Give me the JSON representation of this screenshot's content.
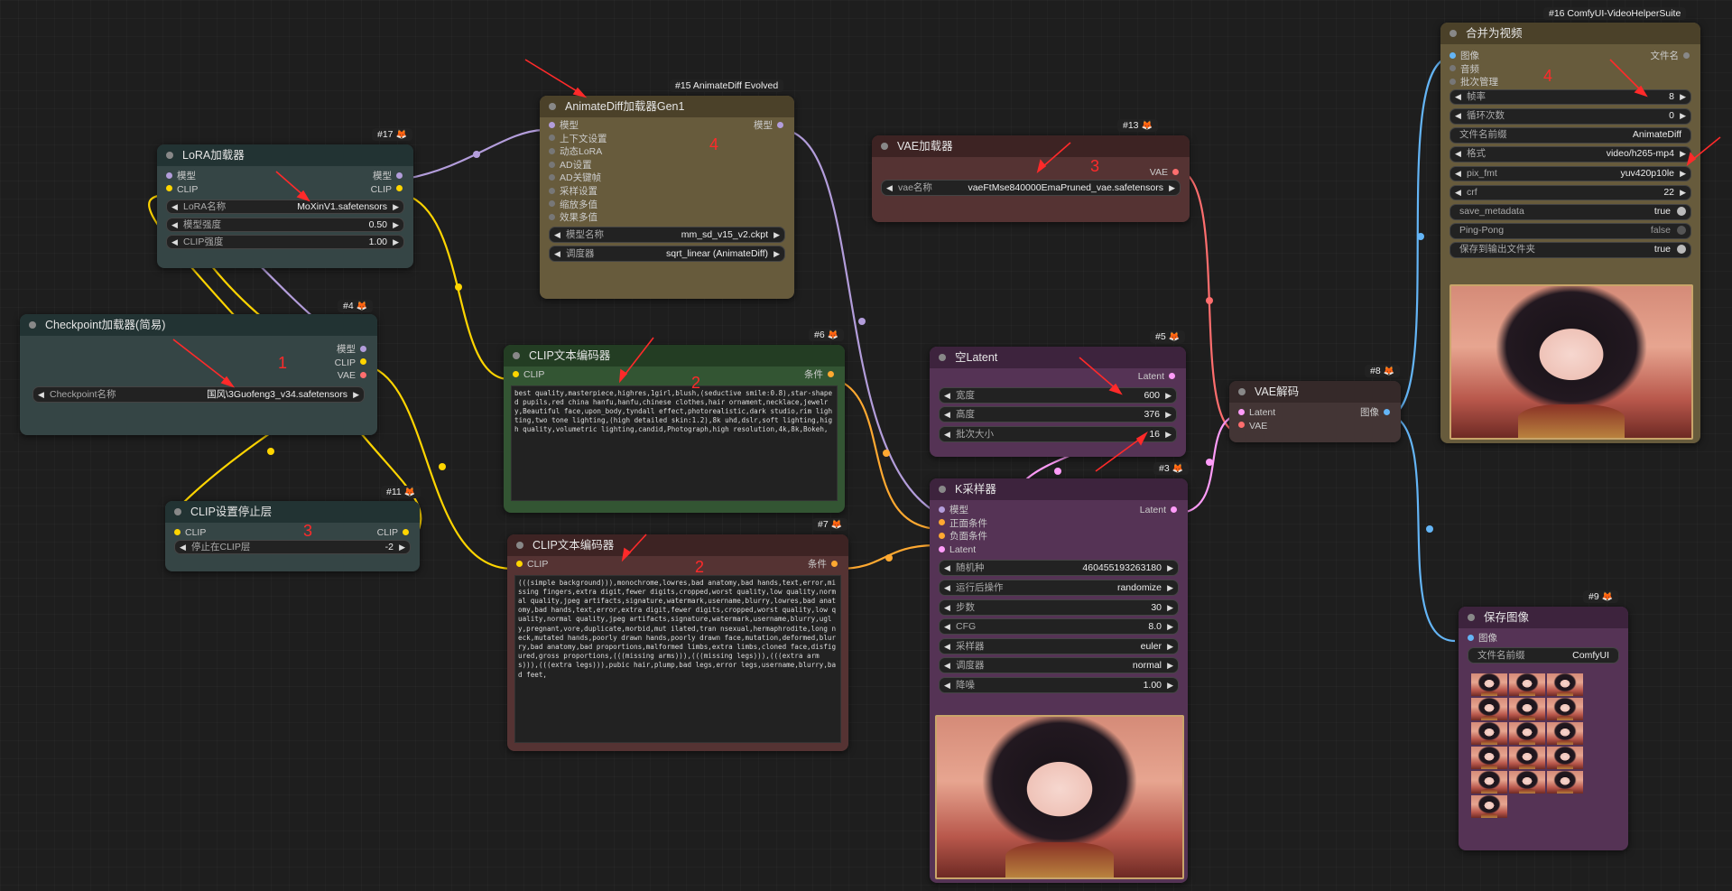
{
  "nodes": {
    "checkpoint": {
      "id_badge": "#4",
      "title": "Checkpoint加载器(简易)",
      "outputs": [
        "模型",
        "CLIP",
        "VAE"
      ],
      "widgets": [
        {
          "label": "Checkpoint名称",
          "value": "国风\\3Guofeng3_v34.safetensors"
        }
      ],
      "annotation": "1"
    },
    "lora": {
      "id_badge": "#17",
      "title": "LoRA加载器",
      "in1": "模型",
      "in2": "CLIP",
      "out1": "模型",
      "out2": "CLIP",
      "widgets": [
        {
          "label": "LoRA名称",
          "value": "MoXinV1.safetensors"
        },
        {
          "label": "模型强度",
          "value": "0.50"
        },
        {
          "label": "CLIP强度",
          "value": "1.00"
        }
      ]
    },
    "clip_skip": {
      "id_badge": "#11",
      "title": "CLIP设置停止层",
      "in1": "CLIP",
      "out1": "CLIP",
      "widgets": [
        {
          "label": "停止在CLIP层",
          "value": "-2"
        }
      ],
      "annotation": "3"
    },
    "animatediff": {
      "id_badge": "#15 AnimateDiff Evolved",
      "title": "AnimateDiff加载器Gen1",
      "inputs": [
        "模型",
        "上下文设置",
        "动态LoRA",
        "AD设置",
        "AD关键帧",
        "采样设置",
        "缩放多值",
        "效果多值"
      ],
      "out1": "模型",
      "widgets": [
        {
          "label": "模型名称",
          "value": "mm_sd_v15_v2.ckpt"
        },
        {
          "label": "调度器",
          "value": "sqrt_linear (AnimateDiff)"
        }
      ],
      "annotation": "4"
    },
    "clip_pos": {
      "id_badge": "#6",
      "title": "CLIP文本编码器",
      "in1": "CLIP",
      "out1": "条件",
      "text": "best quality,masterpiece,highres,1girl,blush,(seductive smile:0.8),star-shaped pupils,red china hanfu,hanfu,chinese clothes,hair ornament,necklace,jewelry,Beautiful face,upon_body,tyndall effect,photorealistic,dark studio,rim lighting,two tone lighting,(high detailed skin:1.2),8k uhd,dslr,soft lighting,high quality,volumetric lighting,candid,Photograph,high resolution,4k,8k,Bokeh,",
      "annotation": "2"
    },
    "clip_neg": {
      "id_badge": "#7",
      "title": "CLIP文本编码器",
      "in1": "CLIP",
      "out1": "条件",
      "text": "(((simple background))),monochrome,lowres,bad anatomy,bad hands,text,error,missing fingers,extra digit,fewer digits,cropped,worst quality,low quality,normal quality,jpeg artifacts,signature,watermark,username,blurry,lowres,bad anatomy,bad hands,text,error,extra digit,fewer digits,cropped,worst quality,low quality,normal quality,jpeg artifacts,signature,watermark,username,blurry,ugly,pregnant,vore,duplicate,morbid,mut ilated,tran nsexual,hermaphrodite,long neck,mutated hands,poorly drawn hands,poorly drawn face,mutation,deformed,blurry,bad anatomy,bad proportions,malformed limbs,extra limbs,cloned face,disfigured,gross proportions,(((missing arms))),(((missing legs))),(((extra arms))),(((extra legs))),pubic hair,plump,bad legs,error legs,username,blurry,bad feet,",
      "annotation": "2"
    },
    "vae_loader": {
      "id_badge": "#13",
      "title": "VAE加载器",
      "out1": "VAE",
      "widgets": [
        {
          "label": "vae名称",
          "value": "vaeFtMse840000EmaPruned_vae.safetensors"
        }
      ],
      "annotation": "3"
    },
    "empty_latent": {
      "id_badge": "#5",
      "title": "空Latent",
      "out1": "Latent",
      "widgets": [
        {
          "label": "宽度",
          "value": "600"
        },
        {
          "label": "高度",
          "value": "376"
        },
        {
          "label": "批次大小",
          "value": "16"
        }
      ]
    },
    "ksampler": {
      "id_badge": "#3",
      "title": "K采样器",
      "inputs": [
        "模型",
        "正面条件",
        "负面条件",
        "Latent"
      ],
      "out1": "Latent",
      "widgets": [
        {
          "label": "随机种",
          "value": "460455193263180"
        },
        {
          "label": "运行后操作",
          "value": "randomize"
        },
        {
          "label": "步数",
          "value": "30"
        },
        {
          "label": "CFG",
          "value": "8.0"
        },
        {
          "label": "采样器",
          "value": "euler"
        },
        {
          "label": "调度器",
          "value": "normal"
        },
        {
          "label": "降噪",
          "value": "1.00"
        }
      ]
    },
    "vae_decode": {
      "id_badge": "#8",
      "title": "VAE解码",
      "in1": "Latent",
      "in2": "VAE",
      "out1": "图像"
    },
    "video_combine": {
      "id_badge": "#16 ComfyUI-VideoHelperSuite",
      "title": "合并为视频",
      "in1": "图像",
      "in2": "音频",
      "in3": "批次管理",
      "out1": "文件名",
      "widgets": [
        {
          "label": "帧率",
          "value": "8"
        },
        {
          "label": "循环次数",
          "value": "0"
        },
        {
          "label": "文件名前缀",
          "value": "AnimateDiff"
        },
        {
          "label": "格式",
          "value": "video/h265-mp4"
        },
        {
          "label": "pix_fmt",
          "value": "yuv420p10le"
        },
        {
          "label": "crf",
          "value": "22"
        }
      ],
      "toggles": [
        {
          "label": "save_metadata",
          "value": "true"
        },
        {
          "label": "Ping-Pong",
          "value": "false"
        },
        {
          "label": "保存到输出文件夹",
          "value": "true"
        }
      ],
      "annotation": "4"
    },
    "save_image": {
      "id_badge": "#9",
      "title": "保存图像",
      "in1": "图像",
      "widgets": [
        {
          "label": "文件名前缀",
          "value": "ComfyUI"
        }
      ]
    }
  },
  "colors": {
    "model_wire": "#b39ddb",
    "clip_wire": "#ffd500",
    "vae_wire": "#ff6e6e",
    "conditioning_wire": "#ffa931",
    "latent_wire": "#ff9cf9",
    "image_wire": "#64b5f6",
    "annotation": "#ff2a2a"
  }
}
